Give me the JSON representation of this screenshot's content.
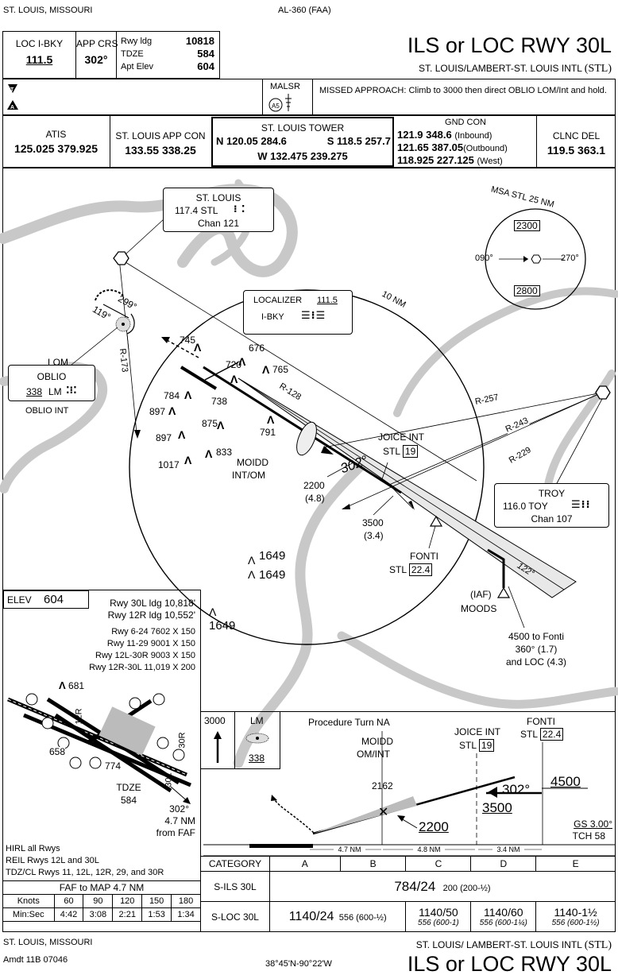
{
  "header": {
    "city_state": "ST. LOUIS, MISSOURI",
    "chart_id": "AL-360 (FAA)",
    "title": "ILS or LOC RWY 30L",
    "airport": "ST. LOUIS/LAMBERT-ST. LOUIS INTL",
    "airport_id": "(STL)"
  },
  "briefing": {
    "loc_label": "LOC I-BKY",
    "loc_freq": "111.5",
    "app_crs_label": "APP CRS",
    "app_crs": "302°",
    "rwy_ldg_label": "Rwy ldg",
    "rwy_ldg": "10818",
    "tdze_label": "TDZE",
    "tdze": "584",
    "apt_elev_label": "Apt Elev",
    "apt_elev": "604",
    "malsr": "MALSR",
    "missed_approach": "MISSED APPROACH: Climb to 3000 then direct OBLIO LOM/Int and hold."
  },
  "comms": {
    "atis_label": "ATIS",
    "atis_freqs": "125.025 379.925",
    "app_con_label": "ST. LOUIS APP CON",
    "app_con_freqs": "133.55 338.25",
    "tower_label": "ST. LOUIS TOWER",
    "tower_n": "N 120.05 284.6",
    "tower_s": "S 118.5 257.7",
    "tower_w": "W 132.475 239.275",
    "gnd_label": "GND CON",
    "gnd_1": "121.9 348.6",
    "gnd_1_note": "(Inbound)",
    "gnd_2": "121.65 387.05",
    "gnd_2_note": "(Outbound)",
    "gnd_3": "118.925 227.125",
    "gnd_3_note": "(West)",
    "clnc_label": "CLNC DEL",
    "clnc_freqs": "119.5 363.1"
  },
  "plan": {
    "stl_name": "ST. LOUIS",
    "stl_freq_id": "117.4 STL",
    "stl_chan": "Chan 121",
    "msa_title": "MSA STL 25 NM",
    "msa_north": "2300",
    "msa_south": "2800",
    "msa_left": "090°",
    "msa_right": "270°",
    "ring_label": "10 NM",
    "loc_box_name": "LOCALIZER",
    "loc_box_freq": "111.5",
    "loc_box_id": "I-BKY",
    "lom_label": "LOM",
    "oblio_name": "OBLIO",
    "oblio_freq": "338",
    "oblio_id": "LM",
    "oblio_int": "OBLIO INT",
    "hold_out": "299°",
    "hold_in": "119°",
    "r173": "R-173",
    "r128": "R-128",
    "r257": "R-257",
    "r243": "R-243",
    "r229": "R-229",
    "crs_302": "302°",
    "crs_122": "122°",
    "joice_name": "JOICE INT",
    "joice_stl": "STL",
    "joice_dme": "19",
    "moidd_1": "MOIDD",
    "moidd_2": "INT/OM",
    "alt_2200": "2200",
    "dist_48": "(4.8)",
    "alt_3500": "3500",
    "dist_34": "(3.4)",
    "fonti_name": "FONTI",
    "fonti_stl": "STL",
    "fonti_dme": "22.4",
    "moods_1": "(IAF)",
    "moods_2": "MOODS",
    "moods_note_1": "4500 to Fonti",
    "moods_note_2": "360° (1.7)",
    "moods_note_3": "and LOC (4.3)",
    "troy_name": "TROY",
    "troy_freq_id": "116.0 TOY",
    "troy_chan": "Chan 107",
    "terrain": [
      "745",
      "676",
      "720",
      "765",
      "784",
      "738",
      "897",
      "875",
      "791",
      "897",
      "833",
      "1017",
      "1649",
      "1649",
      "1649"
    ]
  },
  "airport_diagram": {
    "elev_label": "ELEV",
    "elev": "604",
    "ldg_1": "Rwy 30L ldg 10,818'",
    "ldg_2": "Rwy 12R ldg 10,552'",
    "rwy_1": "Rwy 6-24 7602 X 150",
    "rwy_2": "Rwy 11-29 9001 X 150",
    "rwy_3": "Rwy 12L-30R 9003 X 150",
    "rwy_4": "Rwy 12R-30L 11,019 X 200",
    "obst_681": "681",
    "obst_658": "658",
    "obst_774": "774",
    "tdze_label": "TDZE",
    "tdze": "584",
    "crs_note_1": "302°",
    "crs_note_2": "4.7 NM",
    "crs_note_3": "from FAF",
    "rwy_30r": "30R",
    "rwy_30l": "30L",
    "rwy_12r": "12R",
    "lights_1": "HIRL all Rwys",
    "lights_2": "REIL Rwys 12L and 30L",
    "lights_3": "TDZ/CL Rwys 11, 12L, 12R, 29, and 30R"
  },
  "profile": {
    "missed_alt": "3000",
    "lm_label": "LM",
    "lm_freq": "338",
    "pt_na": "Procedure Turn NA",
    "moidd_1": "MOIDD",
    "moidd_2": "OM/INT",
    "joice_name": "JOICE INT",
    "joice_stl": "STL",
    "joice_dme": "19",
    "fonti_name": "FONTI",
    "fonti_stl": "STL",
    "fonti_dme": "22.4",
    "alt_2162": "2162",
    "crs": "302°",
    "alt_4500": "4500",
    "alt_3500": "3500",
    "alt_2200": "2200",
    "gs": "GS 3.00°",
    "tch": "TCH 58",
    "seg_1": "4.7 NM",
    "seg_2": "4.8 NM",
    "seg_3": "3.4 NM"
  },
  "time_table": {
    "title": "FAF to MAP 4.7 NM",
    "knots_label": "Knots",
    "minsec_label": "Min:Sec",
    "knots": [
      "60",
      "90",
      "120",
      "150",
      "180"
    ],
    "times": [
      "4:42",
      "3:08",
      "2:21",
      "1:53",
      "1:34"
    ]
  },
  "minimums": {
    "category_label": "CATEGORY",
    "categories": [
      "A",
      "B",
      "C",
      "D",
      "E"
    ],
    "ils_label": "S-ILS 30L",
    "ils_main": "784/24",
    "ils_sub": "200 (200-½)",
    "loc_label": "S-LOC 30L",
    "loc_ab_main": "1140/24",
    "loc_ab_sub": "556 (600-½)",
    "loc_c_main": "1140/50",
    "loc_c_sub": "556 (600-1)",
    "loc_d_main": "1140/60",
    "loc_d_sub": "556 (600-1¼)",
    "loc_e_main": "1140-1½",
    "loc_e_sub": "556 (600-1½)"
  },
  "footer": {
    "city_state": "ST. LOUIS, MISSOURI",
    "amdt": "Amdt 11B 07046",
    "coords": "38°45'N-90°22'W",
    "airport": "ST. LOUIS/ LAMBERT-ST. LOUIS INTL",
    "airport_id": "(STL)",
    "title": "ILS or LOC RWY 30L"
  }
}
